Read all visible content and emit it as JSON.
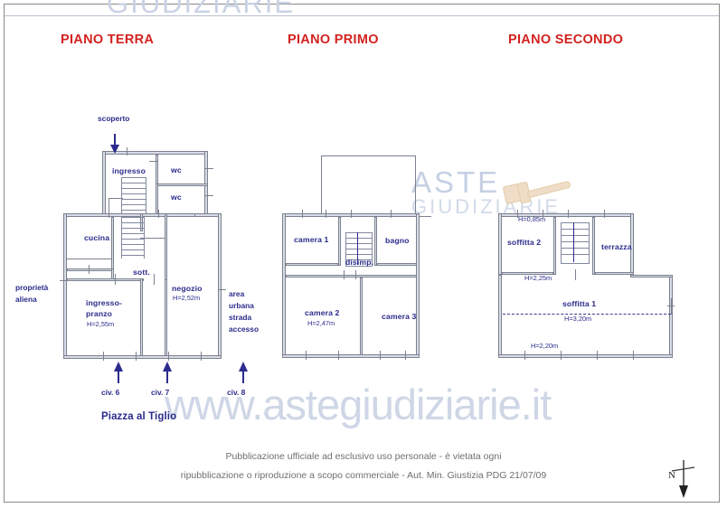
{
  "document": {
    "watermark_top": "GIUDIZIARIE",
    "watermark_url": "www.astegiudiziarie.it",
    "watermark_brand_line1": "ASTE",
    "watermark_brand_line2": "GIUDIZIARIE",
    "footer_line1": "Pubblicazione ufficiale ad esclusivo uso personale - è vietata ogni",
    "footer_line2": "ripubblicazione o riproduzione a scopo commerciale - Aut. Min. Giustizia PDG 21/07/09",
    "north_label": "N",
    "street_label": "Piazza al Tiglio"
  },
  "floors": [
    {
      "title": "PIANO TERRA",
      "rooms": [
        {
          "name": "scoperto",
          "height": ""
        },
        {
          "name": "ingresso",
          "height": ""
        },
        {
          "name": "wc",
          "height": ""
        },
        {
          "name": "wc",
          "height": ""
        },
        {
          "name": "cucina",
          "height": ""
        },
        {
          "name": "sott.",
          "height": ""
        },
        {
          "name": "ingresso-pranzo",
          "height": "H=2,55m"
        },
        {
          "name": "negozio",
          "height": "H=2,52m"
        }
      ],
      "annotations": [
        "proprietà aliena",
        "area urbana strada accesso"
      ],
      "entrances": [
        "civ. 6",
        "civ. 7",
        "civ. 8"
      ]
    },
    {
      "title": "PIANO PRIMO",
      "rooms": [
        {
          "name": "camera 1",
          "height": ""
        },
        {
          "name": "bagno",
          "height": ""
        },
        {
          "name": "disimp.",
          "height": ""
        },
        {
          "name": "camera 2",
          "height": "H=2,47m"
        },
        {
          "name": "camera 3",
          "height": ""
        }
      ],
      "annotations": [],
      "entrances": []
    },
    {
      "title": "PIANO SECONDO",
      "rooms": [
        {
          "name": "soffitta 2",
          "height": "H=0,85m"
        },
        {
          "name": "terrazza",
          "height": ""
        },
        {
          "name": "soffitta 1",
          "height": "H=3,20m"
        }
      ],
      "annotations": [
        "H=2,25m",
        "H=2,20m"
      ],
      "entrances": []
    }
  ],
  "labels": {
    "scoperto": "scoperto",
    "ingresso": "ingresso",
    "wc1": "wc",
    "wc2": "wc",
    "cucina": "cucina",
    "sott": "sott.",
    "ingresso_pranzo": "ingresso-",
    "ingresso_pranzo2": "pranzo",
    "h_ingresso_pranzo": "H=2,55m",
    "negozio": "negozio",
    "h_negozio": "H=2,52m",
    "proprieta": "proprietà",
    "aliena": "aliena",
    "area": "area",
    "urbana": "urbana",
    "strada": "strada",
    "accesso": "accesso",
    "civ6": "civ. 6",
    "civ7": "civ. 7",
    "civ8": "civ. 8",
    "camera1": "camera 1",
    "bagno": "bagno",
    "disimp": "disimp.",
    "camera2": "camera 2",
    "h_camera2": "H=2,47m",
    "camera3": "camera 3",
    "soffitta2": "soffitta 2",
    "h_soffitta2": "H=0,85m",
    "terrazza": "terrazza",
    "h_225": "H=2,25m",
    "soffitta1": "soffitta 1",
    "h_soffitta1": "H=3,20m",
    "h_220": "H=2,20m"
  },
  "colors": {
    "title_red": "#d2221f",
    "label_blue": "#2c2b8c",
    "wall_stroke": "#6d7484",
    "watermark": "#c9d2e4",
    "footer_gray": "#6f6f6f"
  }
}
